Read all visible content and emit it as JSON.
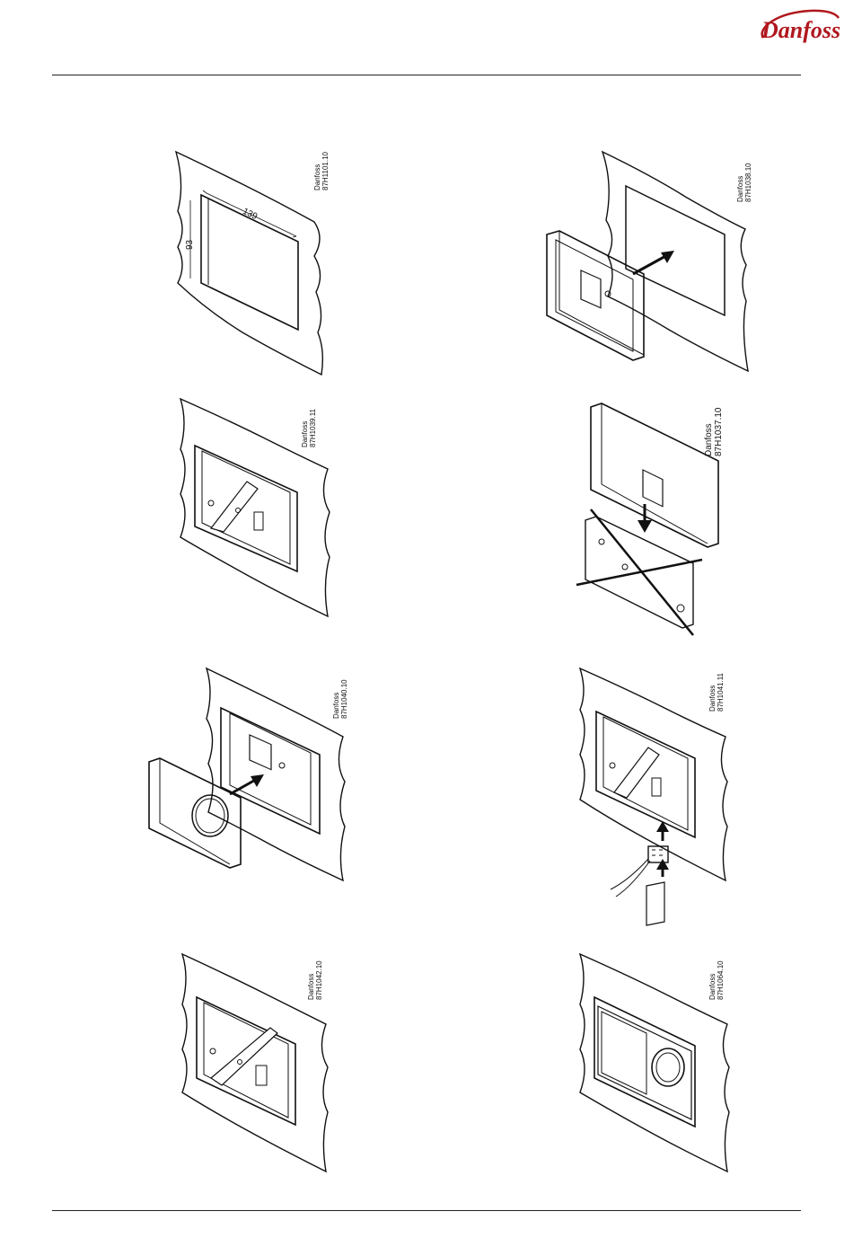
{
  "header": {
    "brand": "Danfoss",
    "logo_icon": "danfoss-logo-icon"
  },
  "figures": [
    {
      "id": "fig1",
      "code_line1": "Danfoss",
      "code_line2": "87H1101.10",
      "dim_width": "139",
      "dim_height": "93"
    },
    {
      "id": "fig2",
      "code_line1": "Danfoss",
      "code_line2": "87H1038.10"
    },
    {
      "id": "fig3",
      "code_line1": "Danfoss",
      "code_line2": "87H1039.11"
    },
    {
      "id": "fig4",
      "code_line1": "Danfoss",
      "code_line2": "87H1037.10"
    },
    {
      "id": "fig5",
      "code_line1": "Danfoss",
      "code_line2": "87H1040.10"
    },
    {
      "id": "fig6",
      "code_line1": "Danfoss",
      "code_line2": "87H1041.11"
    },
    {
      "id": "fig7",
      "code_line1": "Danfoss",
      "code_line2": "87H1042.10"
    },
    {
      "id": "fig8",
      "code_line1": "Danfoss",
      "code_line2": "87H1064.10"
    }
  ],
  "colors": {
    "ink": "#111111",
    "logo": "#b0181e",
    "background": "#ffffff"
  }
}
